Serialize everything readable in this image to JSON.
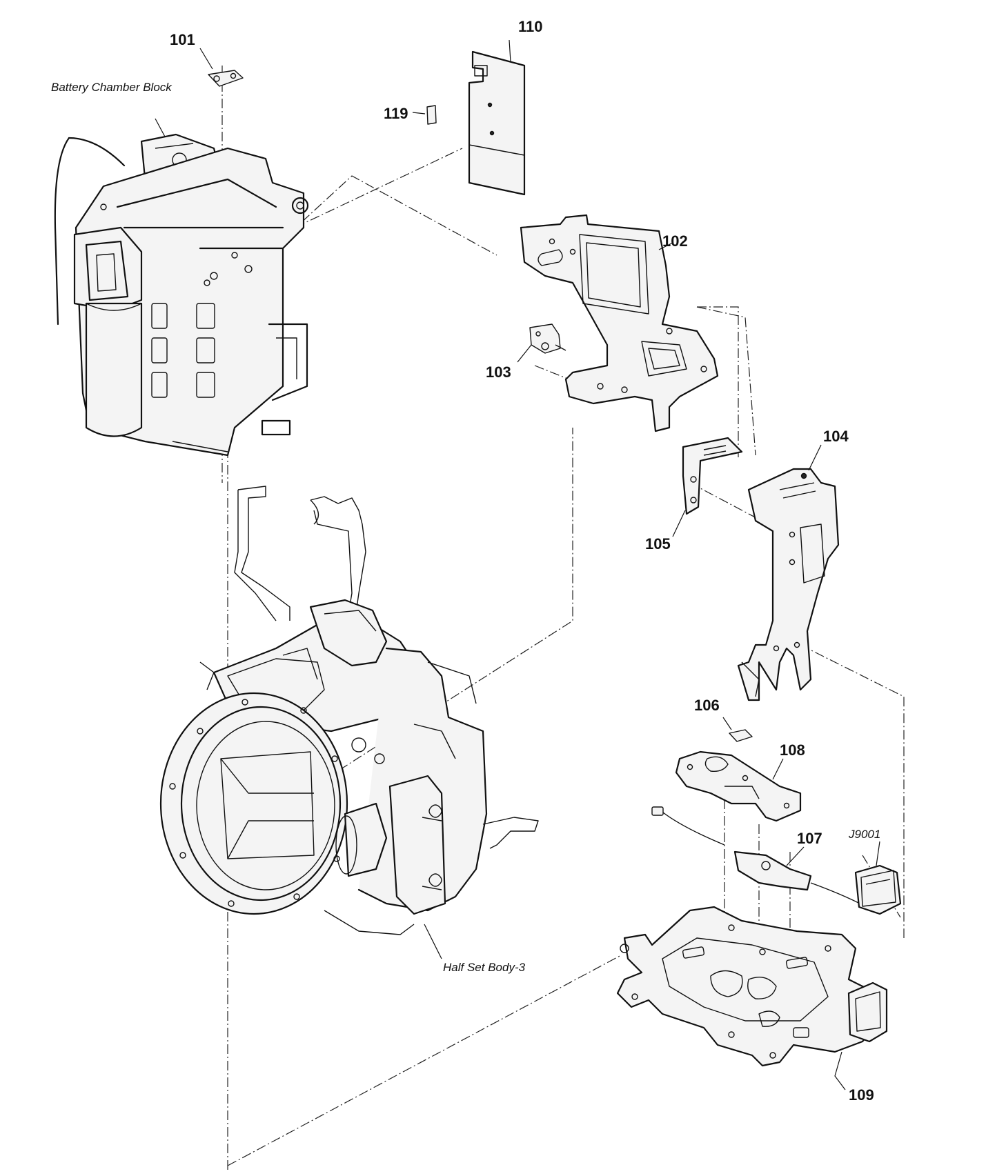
{
  "labels": {
    "p101": "101",
    "p102": "102",
    "p103": "103",
    "p104": "104",
    "p105": "105",
    "p106": "106",
    "p107": "107",
    "p108": "108",
    "p109": "109",
    "p110": "110",
    "p119": "119",
    "j9001": "J9001",
    "battery_chamber": "Battery Chamber Block",
    "half_set_body": "Half Set Body-3"
  }
}
